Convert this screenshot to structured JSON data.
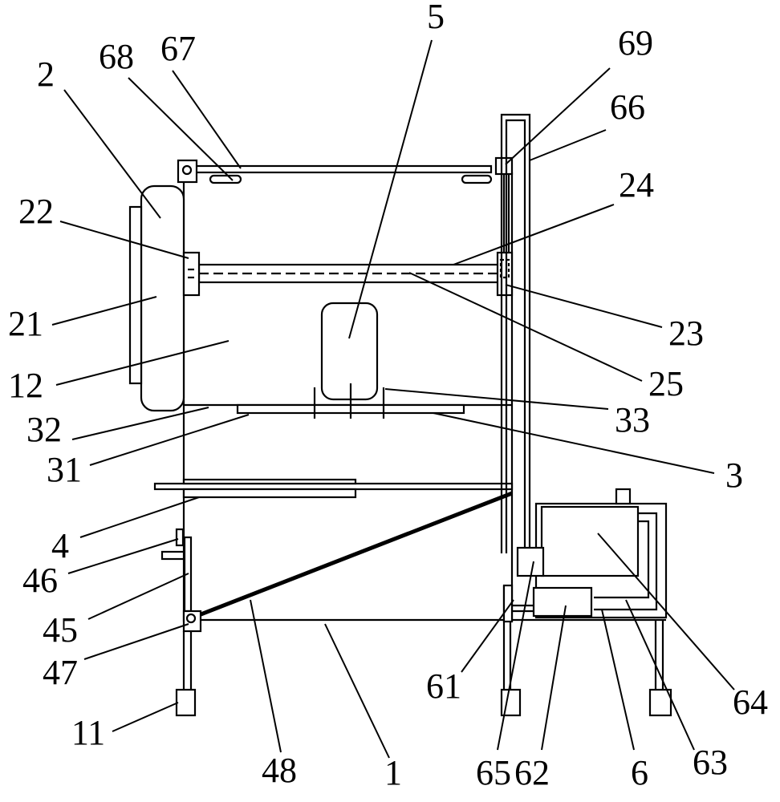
{
  "figure": {
    "labels": {
      "l1": "1",
      "l2": "2",
      "l3": "3",
      "l4": "4",
      "l5": "5",
      "l6": "6",
      "l11": "11",
      "l12": "12",
      "l21": "21",
      "l22": "22",
      "l23": "23",
      "l24": "24",
      "l25": "25",
      "l31": "31",
      "l32": "32",
      "l33": "33",
      "l45": "45",
      "l46": "46",
      "l47": "47",
      "l48": "48",
      "l61": "61",
      "l62": "62",
      "l63": "63",
      "l64": "64",
      "l65": "65",
      "l66": "66",
      "l67": "67",
      "l68": "68",
      "l69": "69"
    }
  }
}
